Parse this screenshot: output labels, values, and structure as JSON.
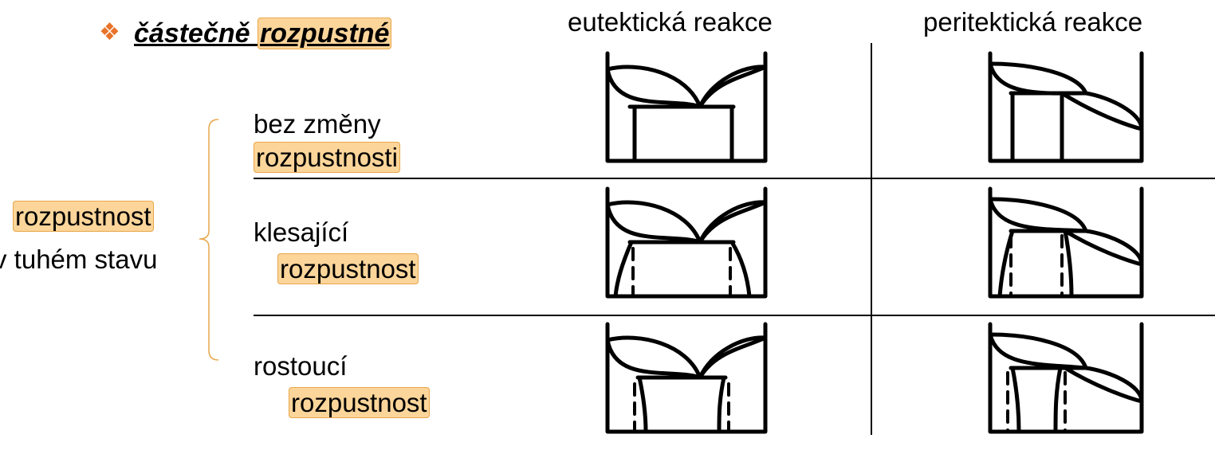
{
  "header": {
    "bullet_icon": "diamond-cluster-icon",
    "bullet_glyph": "❖",
    "bullet_color": "#e8742a",
    "title_plain": "částečně",
    "title_highlight": "rozpustné"
  },
  "columns": {
    "eutectic": "eutektická reakce",
    "peritectic": "peritektická reakce"
  },
  "left_group": {
    "line1": "rozpustnost",
    "line2": "v tuhém stavu"
  },
  "rows": [
    {
      "label_line1": "bez změny",
      "label_line2": "rozpustnosti"
    },
    {
      "label_line1": "klesající",
      "label_line2": "rozpustnost"
    },
    {
      "label_line1": "rostoucí",
      "label_line2": "rozpustnost"
    }
  ],
  "colors": {
    "highlight_fill": "#fcd59a",
    "highlight_border": "#e8a64a"
  }
}
